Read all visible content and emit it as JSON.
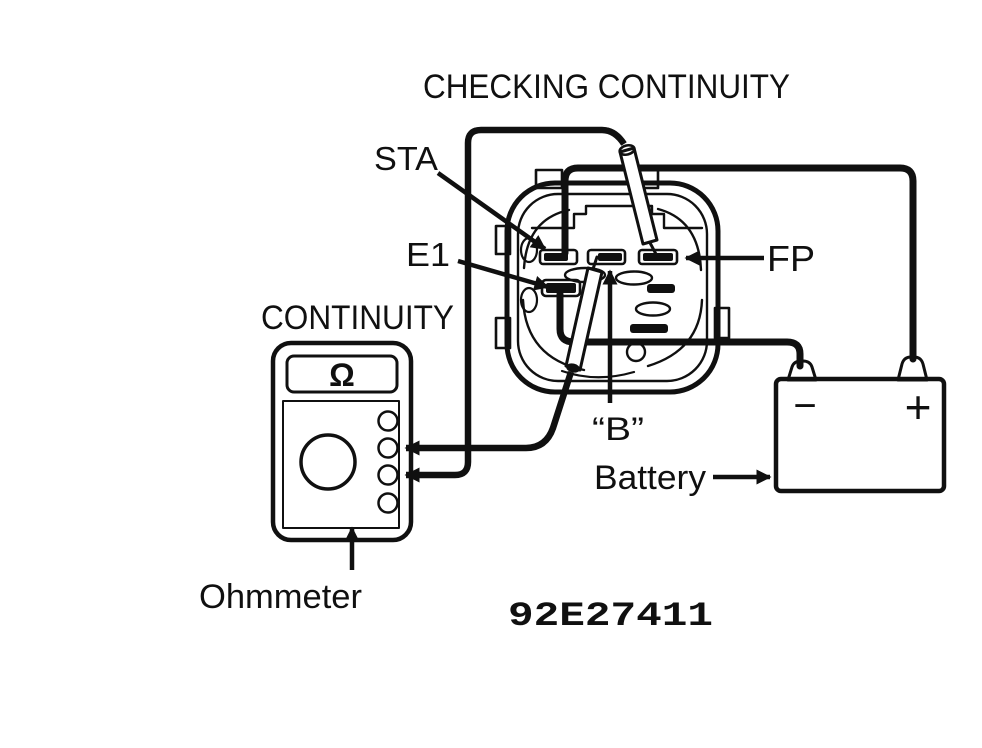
{
  "title": "CHECKING CONTINUITY",
  "figure_number": "92E27411",
  "connector": {
    "name": "check-connector",
    "terminals": {
      "sta": "STA",
      "e1": "E1",
      "fp": "FP",
      "b": "“B”"
    }
  },
  "ohmmeter": {
    "label": "CONTINUITY",
    "caption": "Ohmmeter",
    "display_symbol": "Ω"
  },
  "battery": {
    "label": "Battery",
    "negative_label": "−",
    "positive_label": "+"
  },
  "colors": {
    "ink": "#101010",
    "paper": "#ffffff"
  }
}
